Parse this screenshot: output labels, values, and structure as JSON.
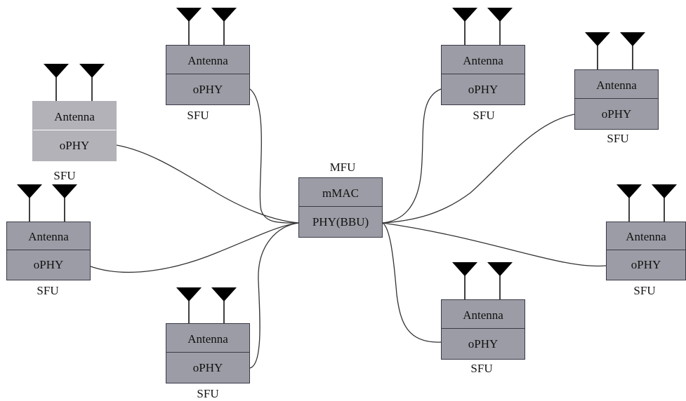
{
  "mfu": {
    "title": "MFU",
    "top_label": "mMAC",
    "bottom_label": "PHY(BBU)"
  },
  "sfu_units": [
    {
      "top_label": "Antenna",
      "bottom_label": "oPHY",
      "name": "SFU"
    },
    {
      "top_label": "Antenna",
      "bottom_label": "oPHY",
      "name": "SFU"
    },
    {
      "top_label": "Antenna",
      "bottom_label": "oPHY",
      "name": "SFU"
    },
    {
      "top_label": "Antenna",
      "bottom_label": "oPHY",
      "name": "SFU"
    },
    {
      "top_label": "Antenna",
      "bottom_label": "oPHY",
      "name": "SFU"
    },
    {
      "top_label": "Antenna",
      "bottom_label": "oPHY",
      "name": "SFU"
    },
    {
      "top_label": "Antenna",
      "bottom_label": "oPHY",
      "name": "SFU"
    },
    {
      "top_label": "Antenna",
      "bottom_label": "oPHY",
      "name": "SFU"
    }
  ],
  "colors": {
    "box_fill": "#9c9ca6",
    "box_fill_light": "#b2b2b8",
    "border": "#3a3a48",
    "line": "#333333",
    "antenna": "#000000"
  }
}
